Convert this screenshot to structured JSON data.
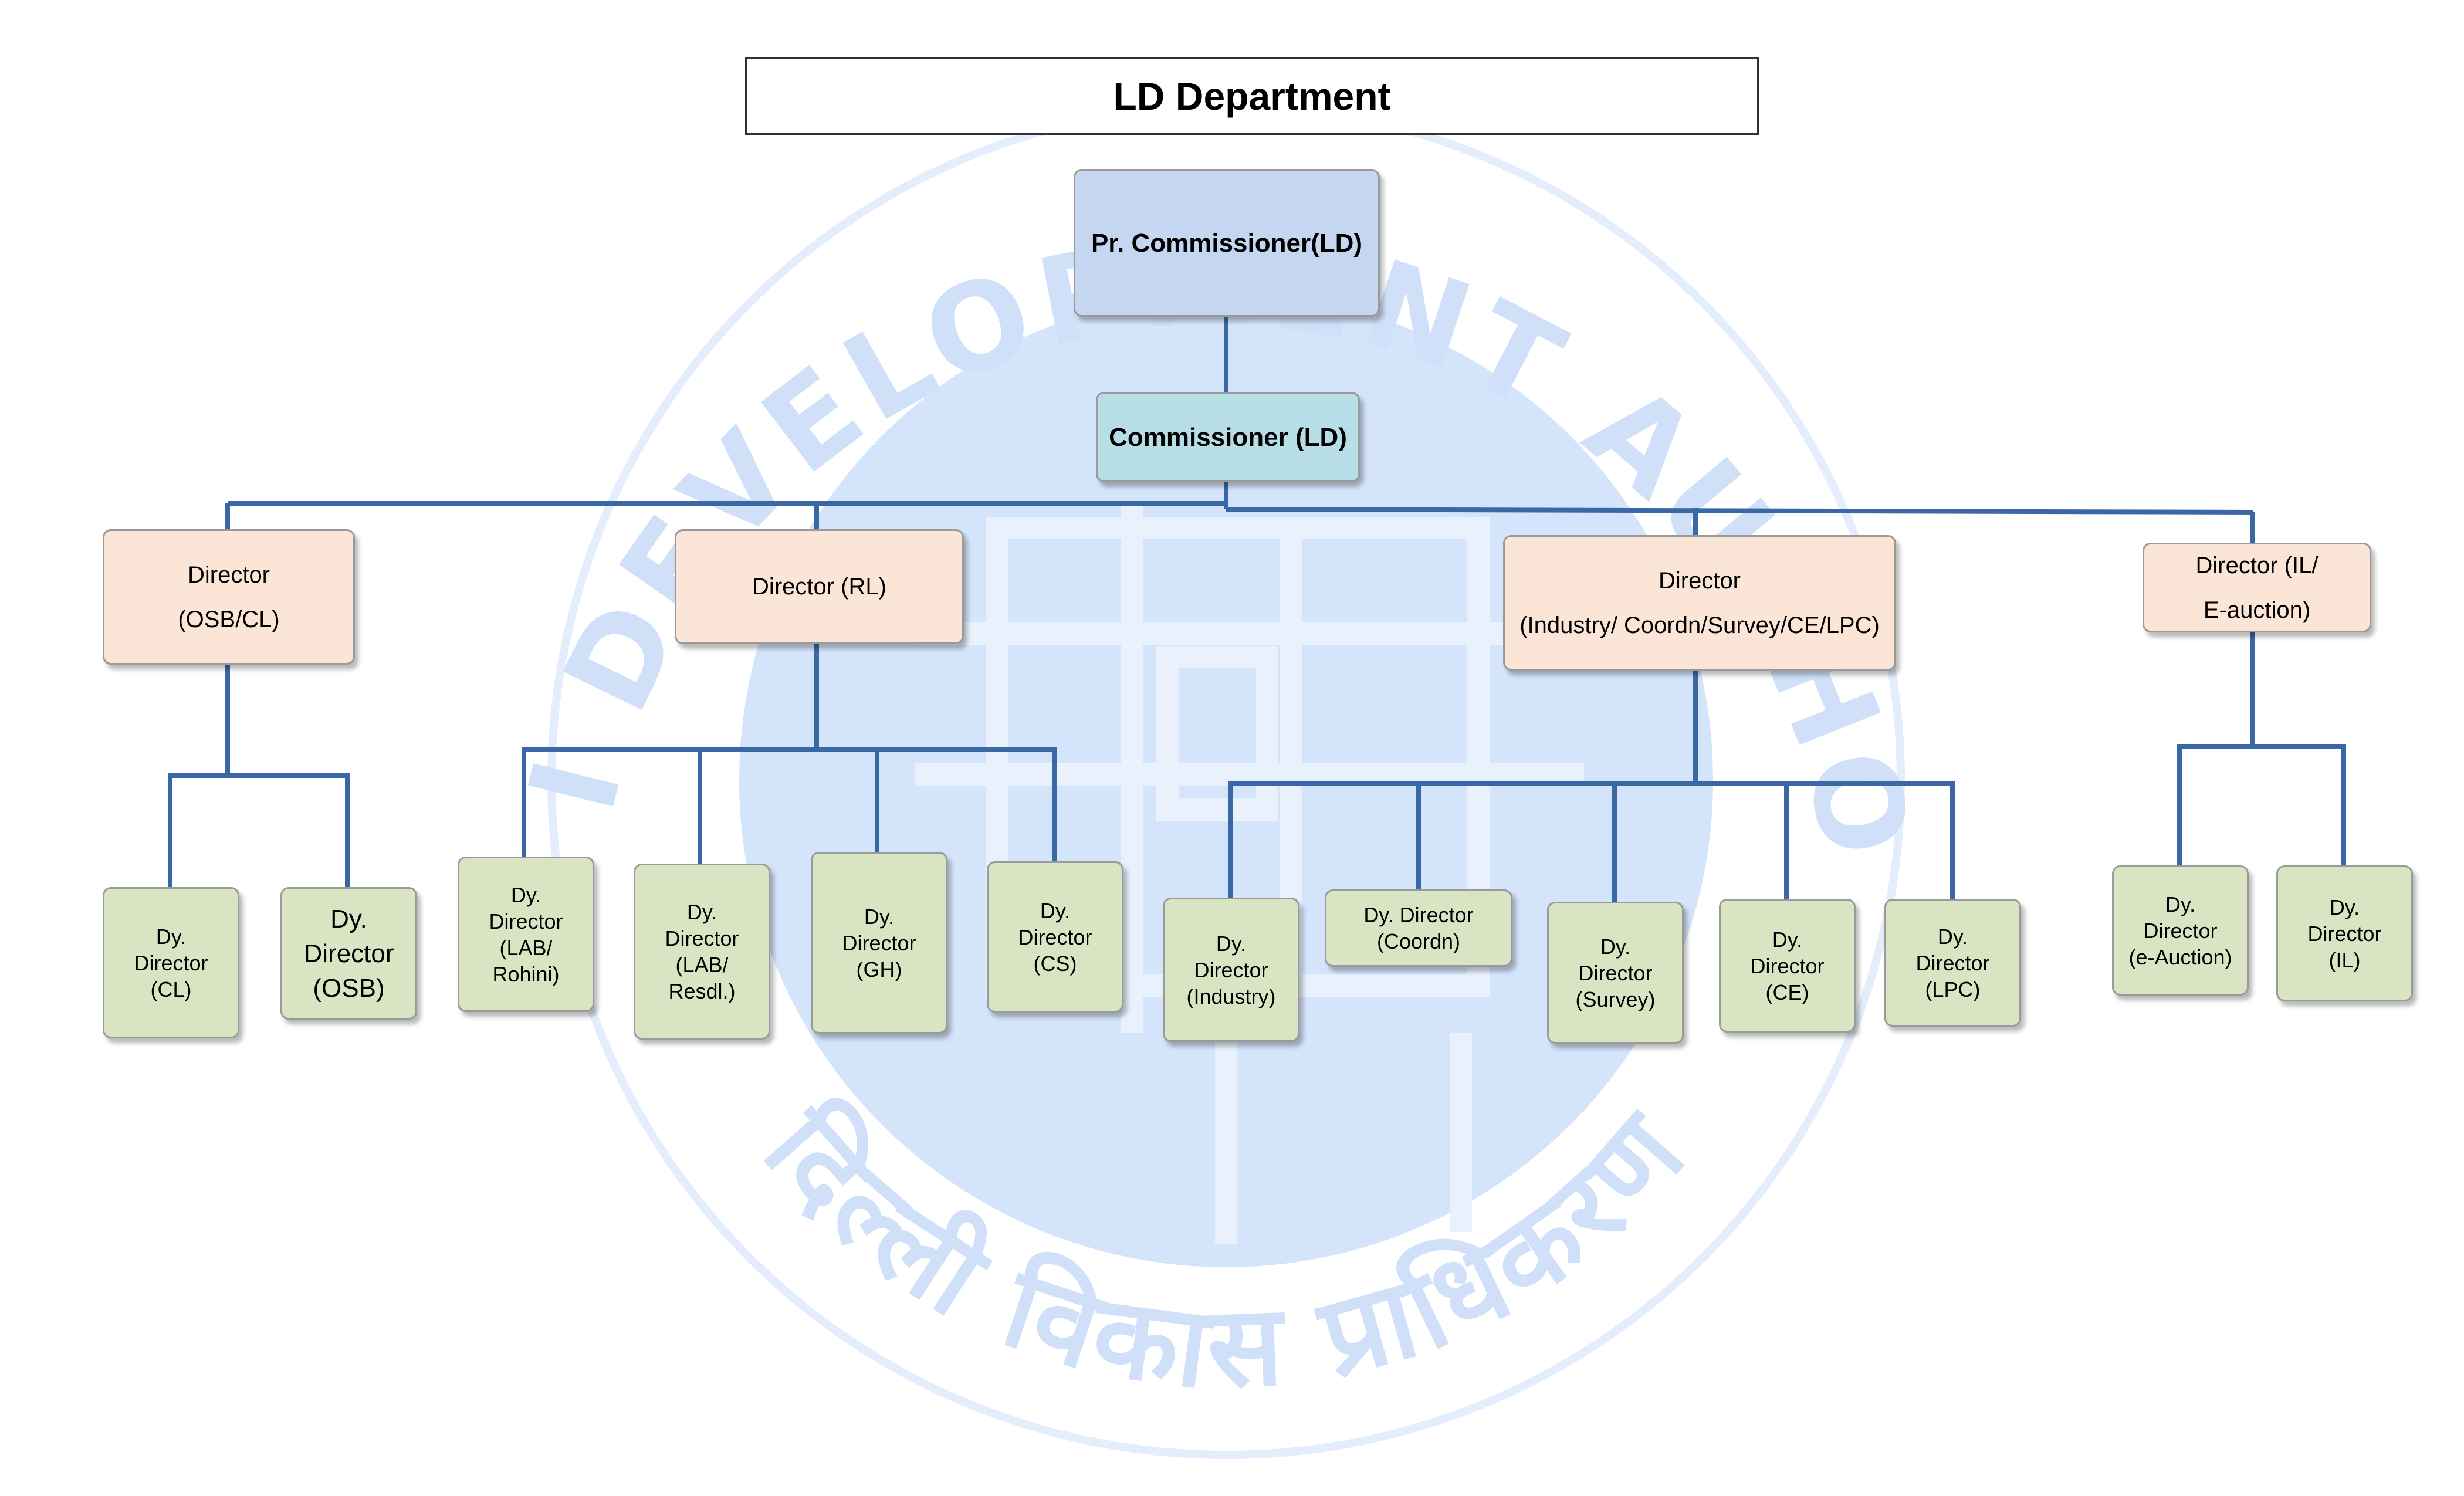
{
  "title": "LD Department",
  "watermark": {
    "top_text": "DELHI DEVELOPMENT AUTHORITY",
    "bottom_text": "दिल्ली विकास प्राधिकरण",
    "color": "#cfe0f8"
  },
  "colors": {
    "line": "#3a68a5",
    "pr_commissioner_fill": "#c5d7f0",
    "commissioner_fill": "#b7dde6",
    "director_fill": "#fbe5d6",
    "dy_director_fill": "#d9e4c3"
  },
  "nodes": {
    "pr_commissioner": "Pr. Commissioner(LD)",
    "commissioner": "Commissioner (LD)",
    "dir_osb_cl": {
      "line1": "Director",
      "line2": "(OSB/CL)"
    },
    "dir_rl": {
      "line1": "Director (RL)"
    },
    "dir_industry": {
      "line1": "Director",
      "line2": "(Industry/ Coordn/Survey/CE/LPC)"
    },
    "dir_il": {
      "line1": "Director (IL/",
      "line2": "E-auction)"
    },
    "dy_cl": [
      "Dy.",
      "Director",
      "(CL)"
    ],
    "dy_osb": [
      "Dy.",
      "Director",
      "(OSB)"
    ],
    "dy_lab_rohini": [
      "Dy.",
      "Director",
      "(LAB/",
      "Rohini)"
    ],
    "dy_lab_resdl": [
      "Dy.",
      "Director",
      "(LAB/",
      "Resdl.)"
    ],
    "dy_gh": [
      "Dy.",
      "Director",
      "(GH)"
    ],
    "dy_cs": [
      "Dy.",
      "Director",
      "(CS)"
    ],
    "dy_industry": [
      "Dy.",
      "Director",
      "(Industry)"
    ],
    "dy_coordn": [
      "Dy. Director",
      "(Coordn)"
    ],
    "dy_survey": [
      "Dy.",
      "Director",
      "(Survey)"
    ],
    "dy_ce": [
      "Dy.",
      "Director",
      "(CE)"
    ],
    "dy_lpc": [
      "Dy.",
      "Director",
      "(LPC)"
    ],
    "dy_e_auction": [
      "Dy.",
      "Director",
      "(e-Auction)"
    ],
    "dy_il": [
      "Dy.",
      "Director",
      "(IL)"
    ]
  }
}
